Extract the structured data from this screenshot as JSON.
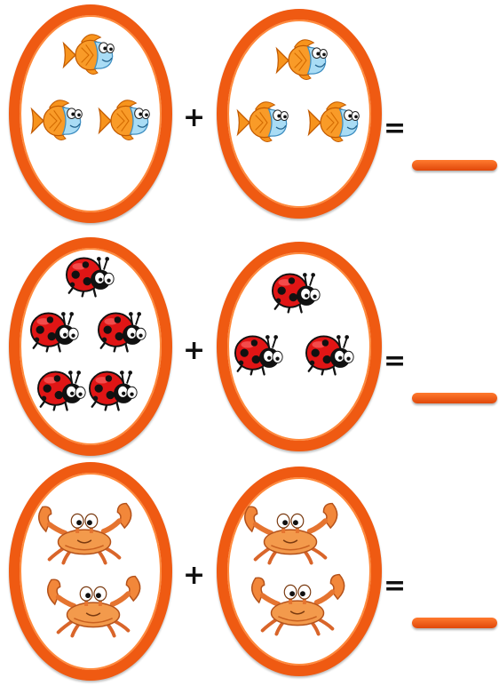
{
  "colors": {
    "ring": "#ef5a12",
    "blank": "#f05a14",
    "operator": "#111111"
  },
  "operators": {
    "plus": "+",
    "equals": "="
  },
  "rows": [
    {
      "creature": "fish-icon",
      "left_count": 3,
      "right_count": 3
    },
    {
      "creature": "ladybug-icon",
      "left_count": 5,
      "right_count": 3
    },
    {
      "creature": "crab-icon",
      "left_count": 2,
      "right_count": 2
    }
  ]
}
